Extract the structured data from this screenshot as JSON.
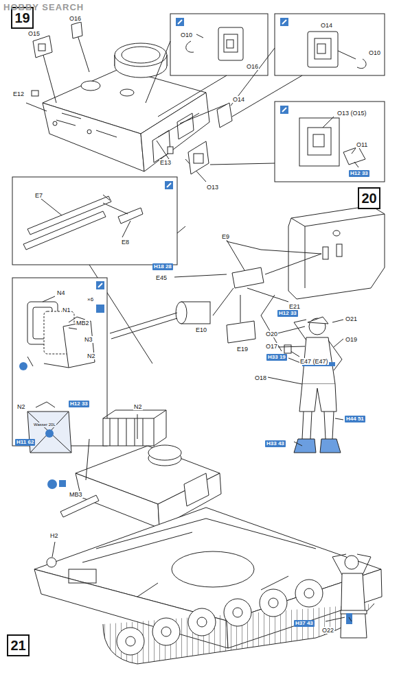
{
  "diagram": {
    "nodes": [
      {
        "text": [
          "19"
        ]
      },
      {
        "text": [
          "20"
        ]
      },
      {
        "text": [
          "21"
        ]
      }
    ],
    "labels": [
      "HOBBY SEARCH",
      "O16",
      "O15",
      "E12",
      "O10",
      "O16",
      "O14",
      "O10",
      "O14",
      "E13",
      "O13",
      "O13 (O15)",
      "O11",
      "H12 33",
      "E7",
      "E8",
      "E9",
      "H18 28",
      "E45",
      "E21",
      "E10",
      "E19",
      "E47 (E47)",
      "N4",
      "N1",
      "MB2",
      "N3",
      "×6",
      "N2",
      "N2",
      "H12 33",
      "Wasser 20L",
      "H11 62",
      "N2",
      "MB3",
      "H2",
      "H12 33",
      "O21",
      "O20",
      "O19",
      "O17",
      "H33 19",
      "O18",
      "H44 51",
      "H33 43",
      "H37 43",
      "O22"
    ]
  }
}
